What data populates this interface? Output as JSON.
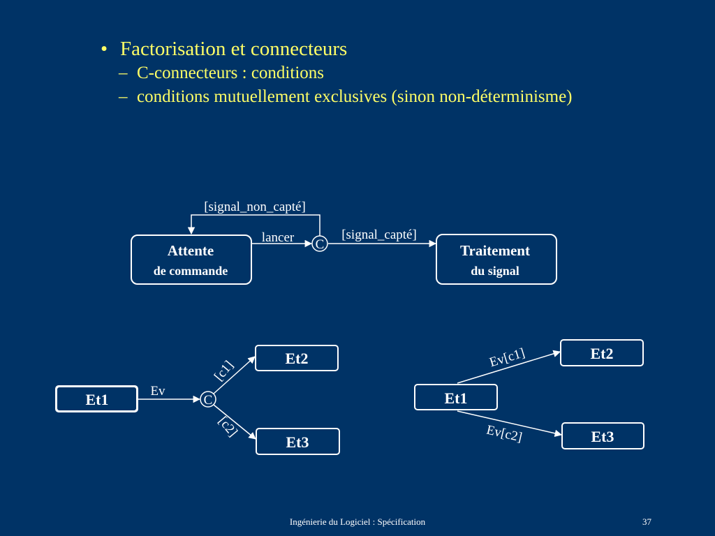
{
  "bullets": {
    "main": "Factorisation et connecteurs",
    "subs": [
      "C-connecteurs : conditions",
      "conditions mutuellement exclusives (sinon non-déterminisme)"
    ]
  },
  "diagram1": {
    "state_attente_line1": "Attente",
    "state_attente_line2": "de commande",
    "state_traitement_line1": "Traitement",
    "state_traitement_line2": "du signal",
    "connector": "C",
    "label_lancer": "lancer",
    "label_non_capte": "[signal_non_capté]",
    "label_capte": "[signal_capté]"
  },
  "diagram2": {
    "state_et1": "Et1",
    "state_et2": "Et2",
    "state_et3": "Et3",
    "connector": "C",
    "label_ev": "Ev",
    "label_c1": "[c1]",
    "label_c2": "[c2]"
  },
  "diagram3": {
    "state_et1": "Et1",
    "state_et2": "Et2",
    "state_et3": "Et3",
    "label_ev_c1": "Ev[c1]",
    "label_ev_c2": "Ev[c2]"
  },
  "footer": {
    "title": "Ingénierie du Logiciel : Spécification",
    "page": "37"
  },
  "colors": {
    "background": "#003366",
    "bullet_text": "#ffff66",
    "line": "#ffffff"
  }
}
